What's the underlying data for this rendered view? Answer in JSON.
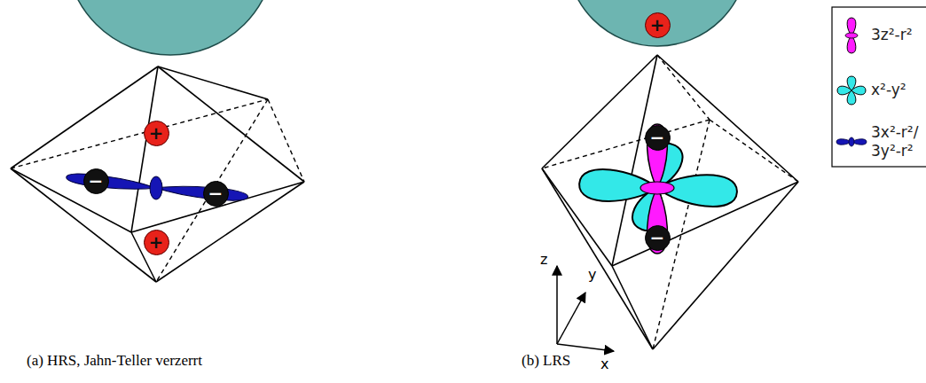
{
  "diagram": {
    "nodes": [
      {
        "text": [
          "+"
        ]
      },
      {
        "text": [
          "−"
        ]
      },
      {
        "text": [
          "−"
        ]
      },
      {
        "text": [
          "+"
        ]
      },
      {
        "text": [
          "+"
        ]
      },
      {
        "text": [
          "−"
        ]
      },
      {
        "text": [
          "−"
        ]
      }
    ],
    "labels": [
      "z",
      "y",
      "x",
      "(a) HRS, Jahn-Teller verzerrt",
      "(b) LRS"
    ],
    "legend": [
      {
        "text": "3z²-r²"
      },
      {
        "text": "x²-y²"
      },
      {
        "text": "3x²-r²/ 3y²-r²"
      }
    ]
  }
}
